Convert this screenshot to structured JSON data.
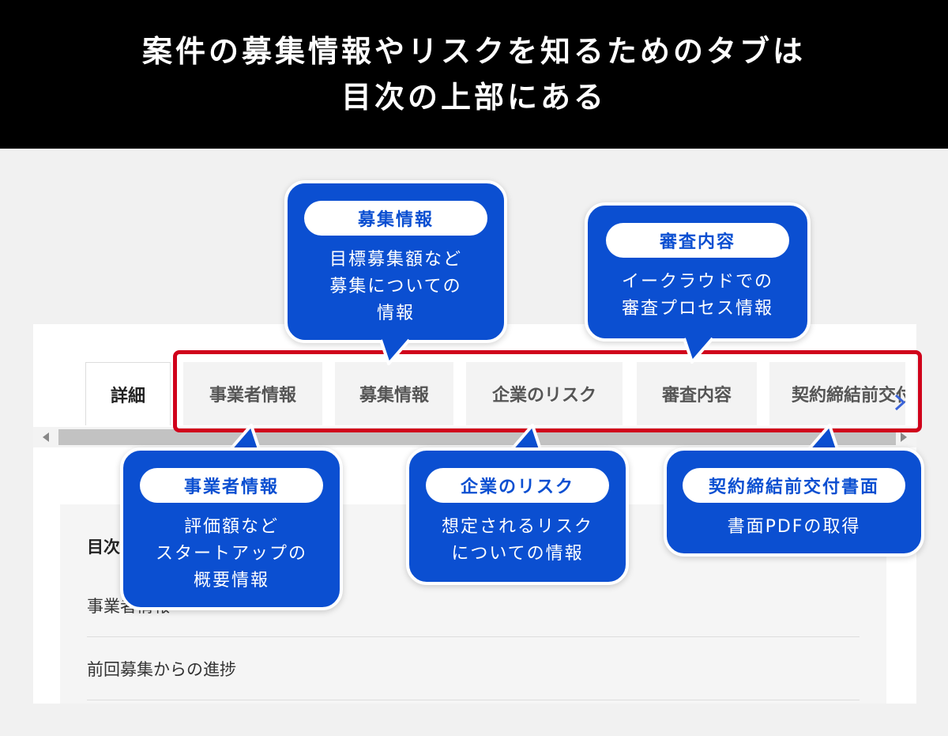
{
  "header": {
    "line1": "案件の募集情報やリスクを知るためのタブは",
    "line2": "目次の上部にある"
  },
  "tabs": [
    {
      "label": "詳細",
      "active": true
    },
    {
      "label": "事業者情報",
      "active": false
    },
    {
      "label": "募集情報",
      "active": false
    },
    {
      "label": "企業のリスク",
      "active": false
    },
    {
      "label": "審査内容",
      "active": false
    },
    {
      "label": "契約締結前交付書面",
      "active": false
    }
  ],
  "toc": {
    "title": "目次",
    "items": [
      "事業者情報",
      "前回募集からの進捗"
    ]
  },
  "callouts": [
    {
      "title": "募集情報",
      "lines": [
        "目標募集額など",
        "募集についての",
        "情報"
      ]
    },
    {
      "title": "審査内容",
      "lines": [
        "イークラウドでの",
        "審査プロセス情報"
      ]
    },
    {
      "title": "事業者情報",
      "lines": [
        "評価額など",
        "スタートアップの",
        "概要情報"
      ]
    },
    {
      "title": "企業のリスク",
      "lines": [
        "想定されるリスク",
        "についての情報"
      ]
    },
    {
      "title": "契約締結前交付書面",
      "lines": [
        "書面PDFの取得"
      ]
    }
  ],
  "colors": {
    "callout_blue": "#0b4fd1",
    "highlight_red": "#d0021b",
    "header_bg": "#000000"
  },
  "icons": {
    "tab_next": "chevron-right-icon",
    "scroll_left": "caret-left-icon",
    "scroll_right": "caret-right-icon"
  }
}
